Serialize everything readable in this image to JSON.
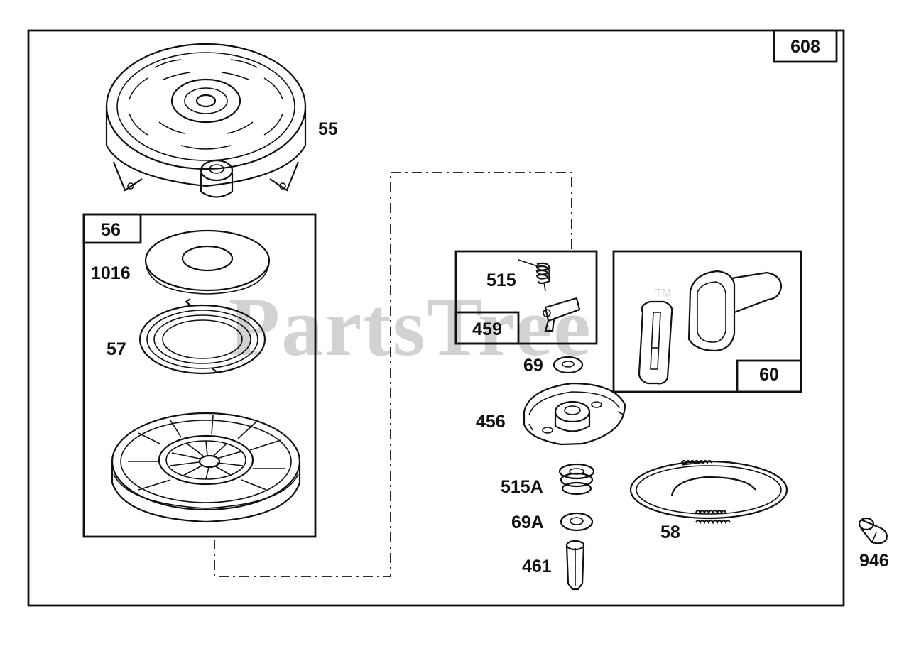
{
  "watermark": {
    "text": "PartsTree",
    "tm": "TM"
  },
  "frame": {
    "id": "608"
  },
  "groups": [
    {
      "key": "g56",
      "id": "56"
    },
    {
      "key": "g459",
      "id": "459"
    },
    {
      "key": "g60",
      "id": "60"
    }
  ],
  "parts": [
    {
      "key": "p55",
      "id": "55"
    },
    {
      "key": "p1016",
      "id": "1016"
    },
    {
      "key": "p57",
      "id": "57"
    },
    {
      "key": "p515",
      "id": "515"
    },
    {
      "key": "p69",
      "id": "69"
    },
    {
      "key": "p456",
      "id": "456"
    },
    {
      "key": "p515A",
      "id": "515A"
    },
    {
      "key": "p69A",
      "id": "69A"
    },
    {
      "key": "p461",
      "id": "461"
    },
    {
      "key": "p58",
      "id": "58"
    },
    {
      "key": "p946",
      "id": "946"
    }
  ],
  "colors": {
    "line": "#111111",
    "watermark": "#d2d2d2",
    "background": "#ffffff"
  }
}
